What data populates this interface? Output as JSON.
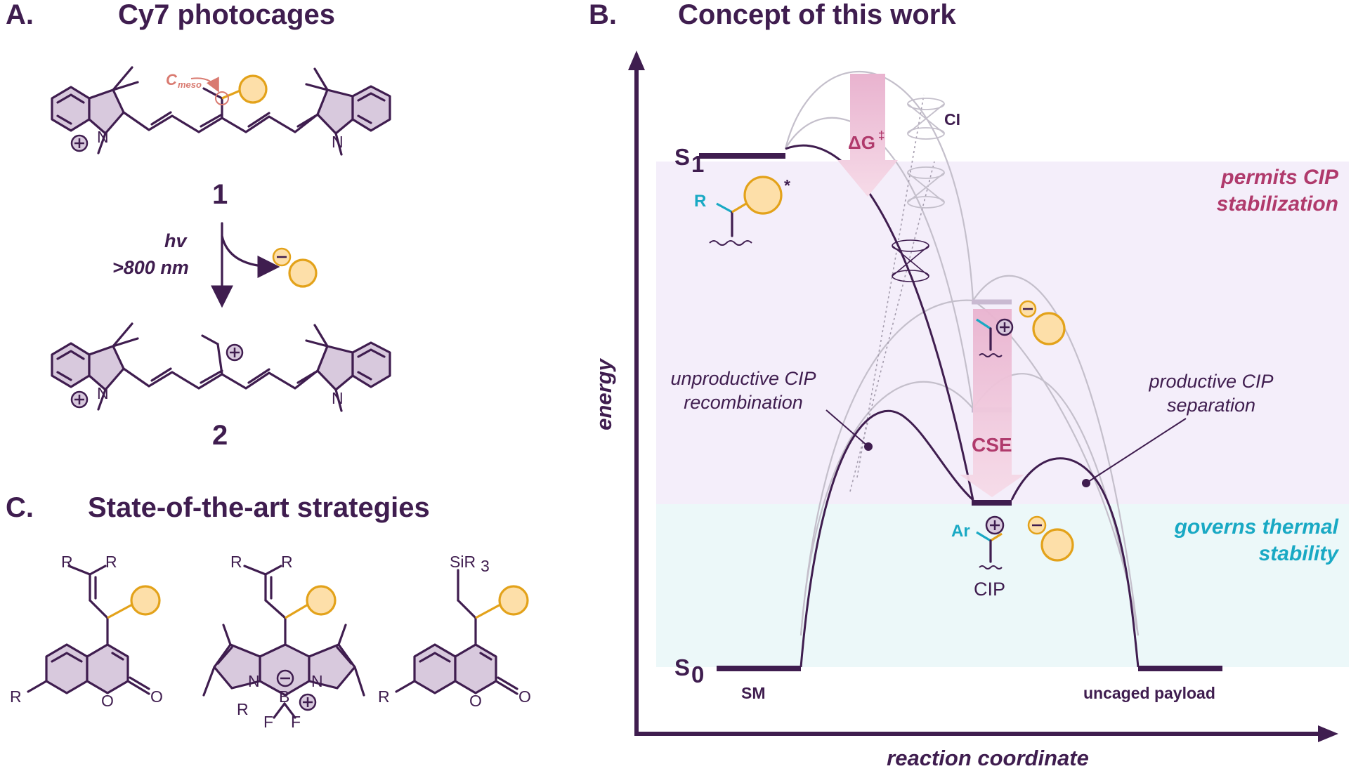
{
  "panel_a": {
    "letter": "A.",
    "title": "Cy7 photocages",
    "cmeso_main": "C",
    "cmeso_sub": "meso",
    "compound_1": "1",
    "compound_2": "2",
    "hv": "hv",
    "wavelength": ">800 nm",
    "n_atom": "N"
  },
  "panel_b": {
    "letter": "B.",
    "title": "Concept of this work",
    "s1_main": "S",
    "s1_sub": "1",
    "s0_main": "S",
    "s0_sub": "0",
    "ci": "CI",
    "delta_g": "ΔG",
    "delta_g_sup": "‡",
    "cse": "CSE",
    "cip": "CIP",
    "sm": "SM",
    "uncaged": "uncaged payload",
    "r_label": "R",
    "ar_label": "Ar",
    "star": "*",
    "permits_line1": "permits CIP",
    "permits_line2": "stabilization",
    "governs_line1": "governs thermal",
    "governs_line2": "stability",
    "unproductive_line1": "unproductive CIP",
    "unproductive_line2": "recombination",
    "productive_line1": "productive CIP",
    "productive_line2": "separation",
    "y_axis": "energy",
    "x_axis": "reaction coordinate"
  },
  "panel_c": {
    "letter": "C.",
    "title": "State-of-the-art strategies",
    "r": "R",
    "siR3_main": "SiR",
    "siR3_sub": "3",
    "o": "O",
    "n": "N",
    "b": "B",
    "f": "F"
  },
  "colors": {
    "dark_purple": "#3f1d4f",
    "payload_fill": "#fddfa9",
    "payload_stroke": "#e3a21a",
    "magenta": "#b03a6c",
    "cyan": "#19a9c4",
    "purple_band": "#f4eefa",
    "cyan_band": "#ecf8f9",
    "ring_fill": "#d8c9dd"
  },
  "icons": [
    "payload-circle-icon",
    "positive-charge-icon",
    "negative-charge-icon",
    "conical-intersection-icon",
    "wavy-bond-icon"
  ]
}
